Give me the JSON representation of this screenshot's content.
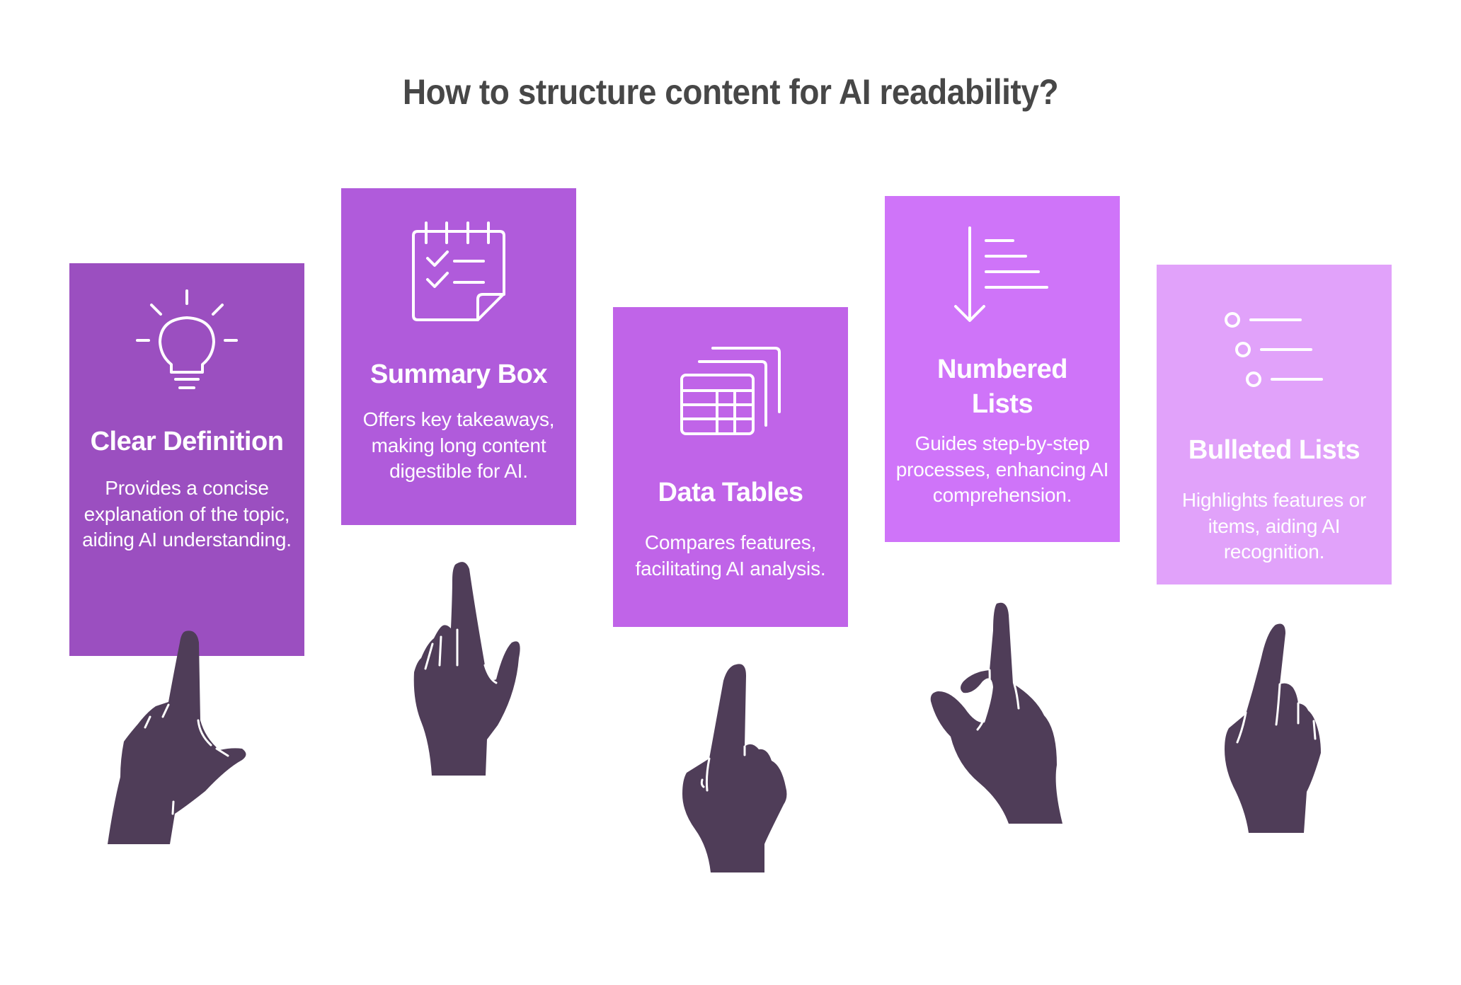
{
  "title": "How to structure content for AI readability?",
  "colors": {
    "title": "#474747",
    "hand": "#4f3d58",
    "icon_stroke": "#ffffff"
  },
  "cards": [
    {
      "heading": "Clear Definition",
      "body": "Provides a concise explanation of the topic, aiding AI understanding.",
      "icon": "lightbulb-icon",
      "color": "#9b4fc0"
    },
    {
      "heading": "Summary Box",
      "body": "Offers key takeaways, making long content digestible for AI.",
      "icon": "checklist-notepad-icon",
      "color": "#b05bdb"
    },
    {
      "heading": "Data Tables",
      "body": "Compares features, facilitating AI analysis.",
      "icon": "stacked-tables-icon",
      "color": "#c064e8"
    },
    {
      "heading": "Numbered Lists",
      "body": "Guides step-by-step processes, enhancing AI comprehension.",
      "icon": "sorted-list-arrow-icon",
      "color": "#cf74f9"
    },
    {
      "heading": "Bulleted Lists",
      "body": "Highlights features or items, aiding AI recognition.",
      "icon": "bullet-list-icon",
      "color": "#e1a2fa"
    }
  ]
}
